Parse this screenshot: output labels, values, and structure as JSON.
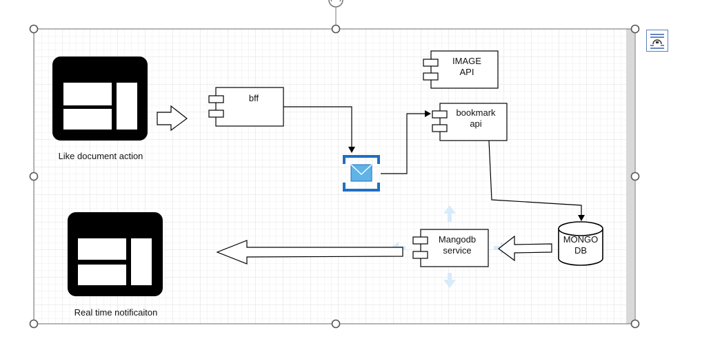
{
  "diagram": {
    "shapes": {
      "like_document_action": {
        "label": "Like document action"
      },
      "real_time_notification": {
        "label": "Real time notificaiton"
      },
      "bff": {
        "label": "bff"
      },
      "image_api": {
        "line1": "IMAGE",
        "line2": "API"
      },
      "bookmark_api": {
        "line1": "bookmark",
        "line2": "api"
      },
      "mangodb_service": {
        "line1": "Mangodb",
        "line2": "service"
      },
      "mongo_db": {
        "line1": "MONGO",
        "line2": "DB"
      }
    },
    "icons": {
      "web_app": "web-page-layout-icon",
      "queue": "message-queue-envelope-icon",
      "component": "uml-component-icon"
    }
  },
  "toolbar": {
    "layout_options_icon": "text-wrap-layout-icon"
  },
  "colors": {
    "canvas_grid": "#e6e6e6",
    "selection_border": "#6b6b6b",
    "queue_blue": "#1e6fc2",
    "queue_envelope": "#5fb3e6",
    "hint_arrow": "#d8ebfa",
    "icon_fill": "#000000",
    "right_scrollbar": "#d9d9d9"
  }
}
